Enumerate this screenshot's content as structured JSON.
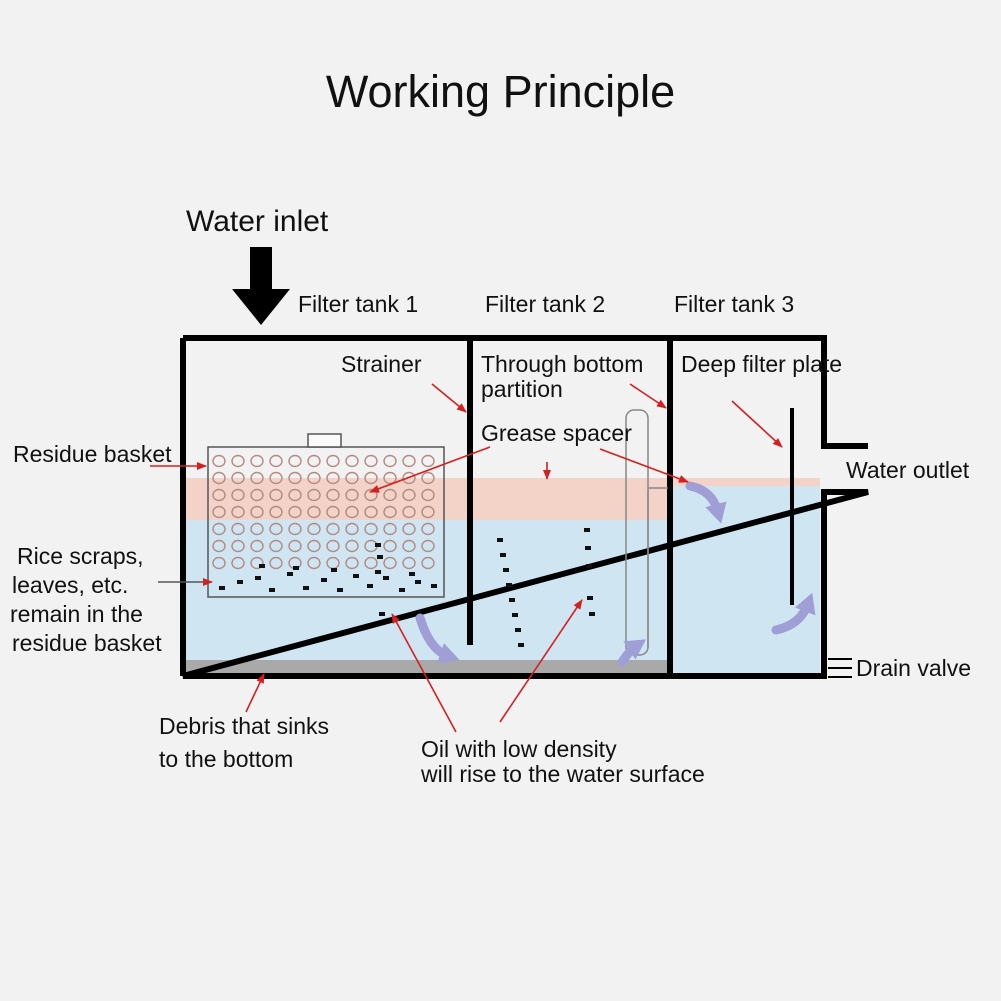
{
  "title": "Working Principle",
  "labels": {
    "water_inlet": "Water inlet",
    "filter_tank_1": "Filter tank 1",
    "filter_tank_2": "Filter tank 2",
    "filter_tank_3": "Filter tank 3",
    "strainer": "Strainer",
    "through_bottom_partition": [
      "Through bottom",
      "partition"
    ],
    "deep_filter_plate": "Deep filter plate",
    "grease_spacer": "Grease spacer",
    "residue_basket": "Residue basket",
    "water_outlet": "Water outlet",
    "rice_scraps": [
      "Rice scraps,",
      "leaves, etc.",
      "remain in the",
      "residue basket"
    ],
    "drain_valve": "Drain valve",
    "debris": [
      "Debris that sinks",
      "to the bottom"
    ],
    "oil": [
      "Oil with low density",
      "will rise to the water surface"
    ]
  },
  "colors": {
    "background": "#f2f2f2",
    "tank_outline": "#000000",
    "water": "#cfe5f2",
    "oil_layer": "#f3d2c8",
    "sediment": "#a9a9a9",
    "pointer_arrow": "#d42020",
    "flow_arrow": "#9f9fd6",
    "basket_holes": "#b38a84"
  },
  "icons": [
    "water-inlet-arrow-icon",
    "flow-arrow-icon",
    "drain-valve-icon"
  ]
}
